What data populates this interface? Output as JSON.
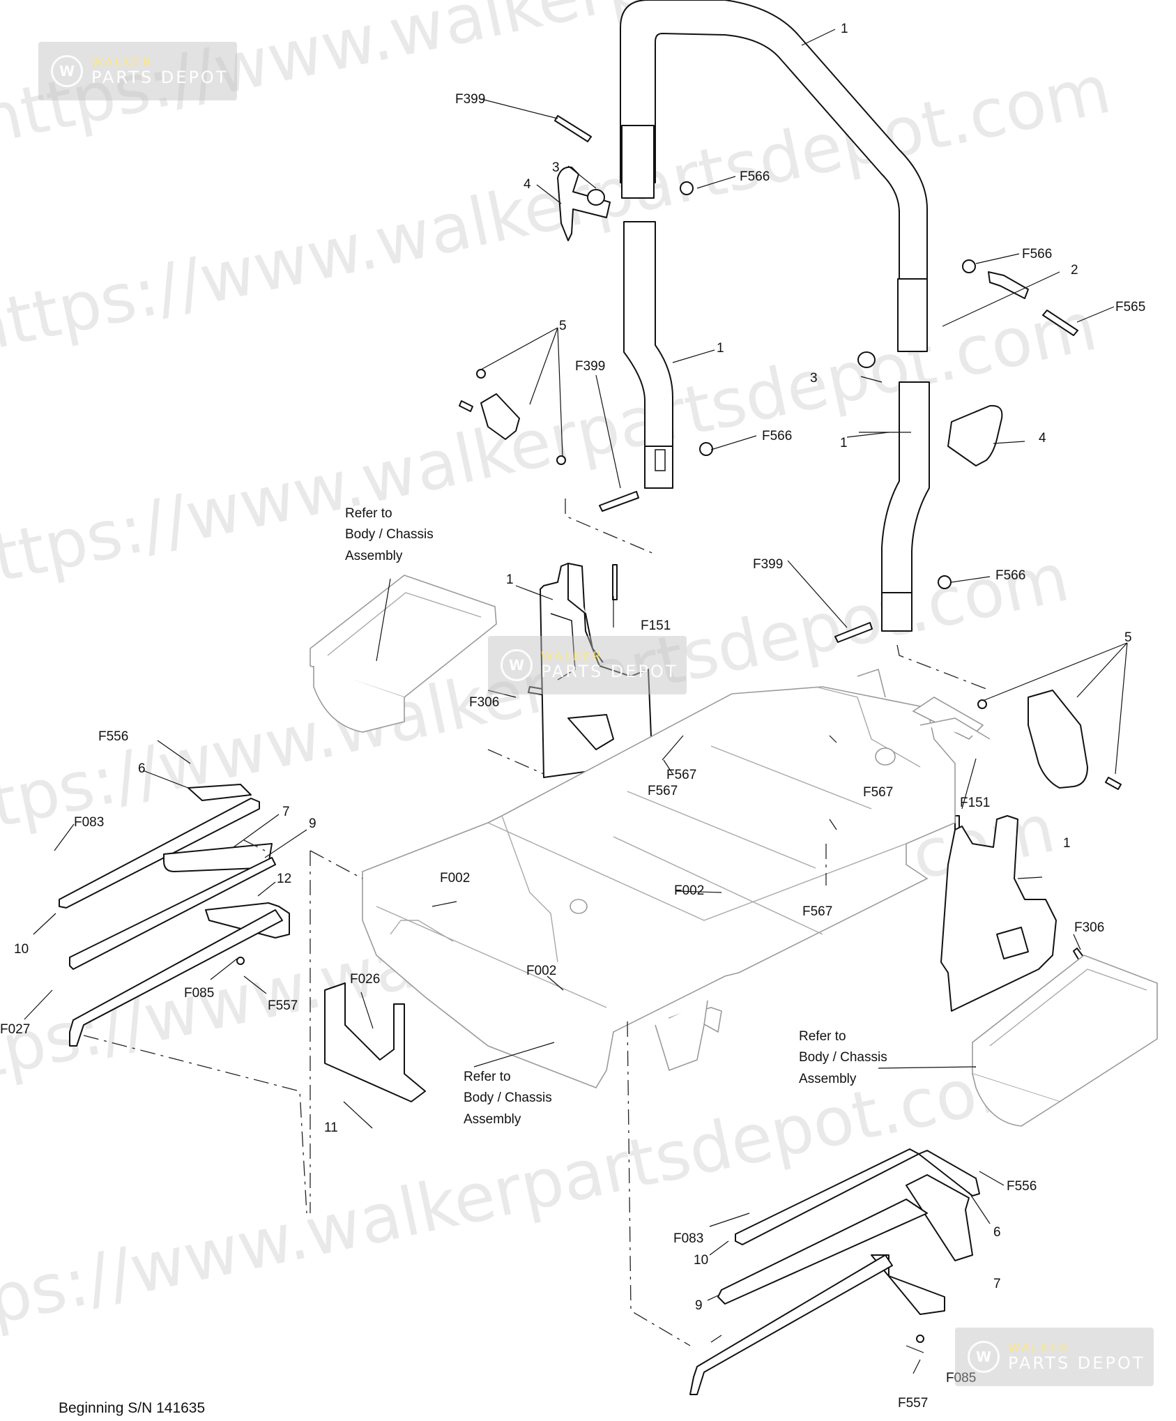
{
  "watermark": {
    "url_text": "https://www.walkerpartsdepot.com",
    "badge_line1": "WALKER",
    "badge_line2": "PARTS DEPOT",
    "badge_seal": "W"
  },
  "footer": {
    "serial": "Beginning S/N 141635"
  },
  "callouts": {
    "c_1a": "1",
    "c_1b": "1",
    "c_1c": "1",
    "c_1d": "1",
    "c_1e": "1",
    "c_2": "2",
    "c_3a": "3",
    "c_3b": "3",
    "c_4a": "4",
    "c_4b": "4",
    "c_5a": "5",
    "c_5b": "5",
    "c_6a": "6",
    "c_6b": "6",
    "c_7a": "7",
    "c_7b": "7",
    "c_9a": "9",
    "c_9b": "9",
    "c_10a": "10",
    "c_10b": "10",
    "c_11": "11",
    "c_12": "12",
    "f399a": "F399",
    "f399b": "F399",
    "f399c": "F399",
    "f566a": "F566",
    "f566b": "F566",
    "f566c": "F566",
    "f566d": "F566",
    "f565": "F565",
    "f151a": "F151",
    "f151b": "F151",
    "f306a": "F306",
    "f306b": "F306",
    "f567a": "F567",
    "f567b": "F567",
    "f567c": "F567",
    "f567d": "F567",
    "f556a": "F556",
    "f556b": "F556",
    "f083a": "F083",
    "f083b": "F083",
    "f085a": "F085",
    "f085b": "F085",
    "f557a": "F557",
    "f557b": "F557",
    "f027": "F027",
    "f026": "F026",
    "f002a": "F002",
    "f002b": "F002",
    "f002c": "F002"
  },
  "references": {
    "ref_a": [
      "Refer to",
      "Body / Chassis",
      "Assembly"
    ],
    "ref_b": [
      "Refer to",
      "Body / Chassis",
      "Assembly"
    ],
    "ref_c": [
      "Refer to",
      "Body / Chassis",
      "Assembly"
    ]
  }
}
